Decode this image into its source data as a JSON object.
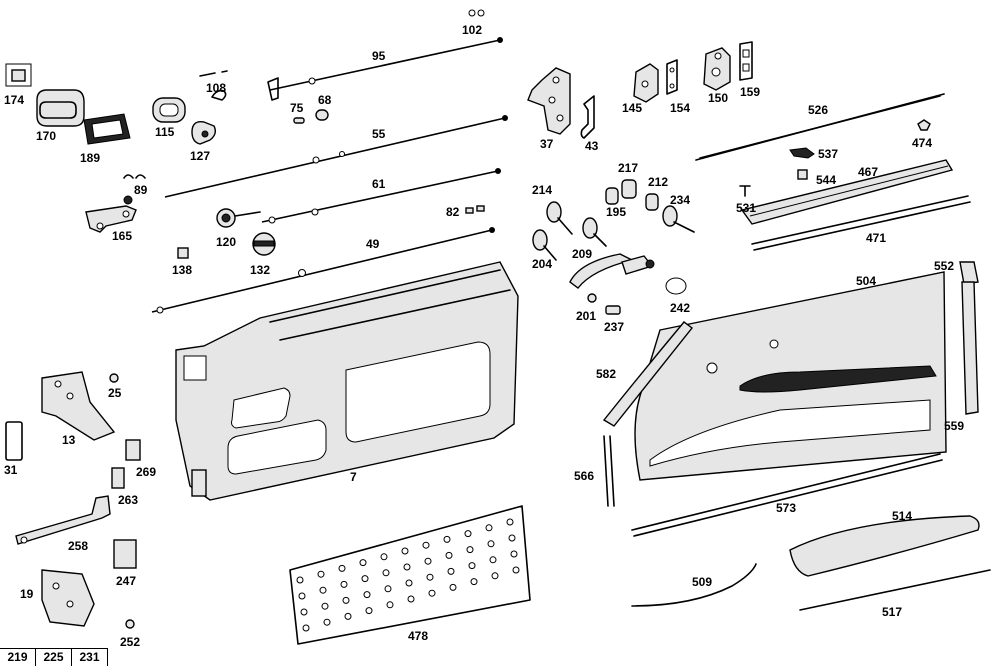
{
  "diagram": {
    "labels": {
      "p102": "102",
      "p95": "95",
      "p108": "108",
      "p75": "75",
      "p68": "68",
      "p174": "174",
      "p170": "170",
      "p189": "189",
      "p115": "115",
      "p127": "127",
      "p55": "55",
      "p89": "89",
      "p61": "61",
      "p82": "82",
      "p165": "165",
      "p120": "120",
      "p49": "49",
      "p138": "138",
      "p132": "132",
      "p37": "37",
      "p43": "43",
      "p145": "145",
      "p154": "154",
      "p150": "150",
      "p159": "159",
      "p526": "526",
      "p474": "474",
      "p537": "537",
      "p544": "544",
      "p467": "467",
      "p531": "531",
      "p471": "471",
      "p217": "217",
      "p214": "214",
      "p212": "212",
      "p195": "195",
      "p234": "234",
      "p209": "209",
      "p204": "204",
      "p242": "242",
      "p201": "201",
      "p237": "237",
      "p504": "504",
      "p552": "552",
      "p582": "582",
      "p7": "7",
      "p25": "25",
      "p13": "13",
      "p31": "31",
      "p269": "269",
      "p263": "263",
      "p258": "258",
      "p247": "247",
      "p19": "19",
      "p252": "252",
      "p478": "478",
      "p566": "566",
      "p559": "559",
      "p573": "573",
      "p514": "514",
      "p509": "509",
      "p517": "517"
    },
    "reference_table": [
      "219",
      "225",
      "231"
    ]
  }
}
